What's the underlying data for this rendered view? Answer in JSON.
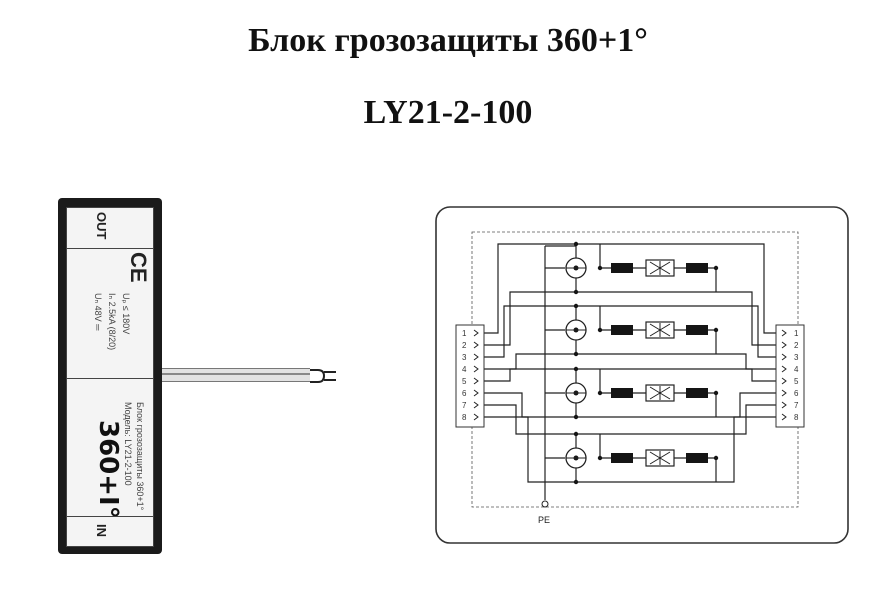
{
  "title": {
    "line1": "Блок грозозащиты 360+1°",
    "line2": "LY21-2-100"
  },
  "device": {
    "out_label": "OUT",
    "ce_mark": "CE",
    "specs": [
      "Uₙ 48V ═",
      "Iₙ 2.5kA (8/20)",
      "Uₚ ≤ 180V"
    ],
    "brand": "360+I°",
    "model_line1": "Модель: LY21-2-100",
    "model_line2": "Блок грозозащиты 360+1°",
    "in_label": "IN"
  },
  "schematic": {
    "channels": 4,
    "terminal_numbers_left": [
      "1",
      "2",
      "3",
      "4",
      "5",
      "6",
      "7",
      "8"
    ],
    "terminal_numbers_right": [
      "1",
      "2",
      "3",
      "4",
      "5",
      "6",
      "7",
      "8"
    ],
    "ground_label": "PE",
    "colors": {
      "line": "#222222",
      "frame": "#333333",
      "component": "#151515"
    }
  }
}
